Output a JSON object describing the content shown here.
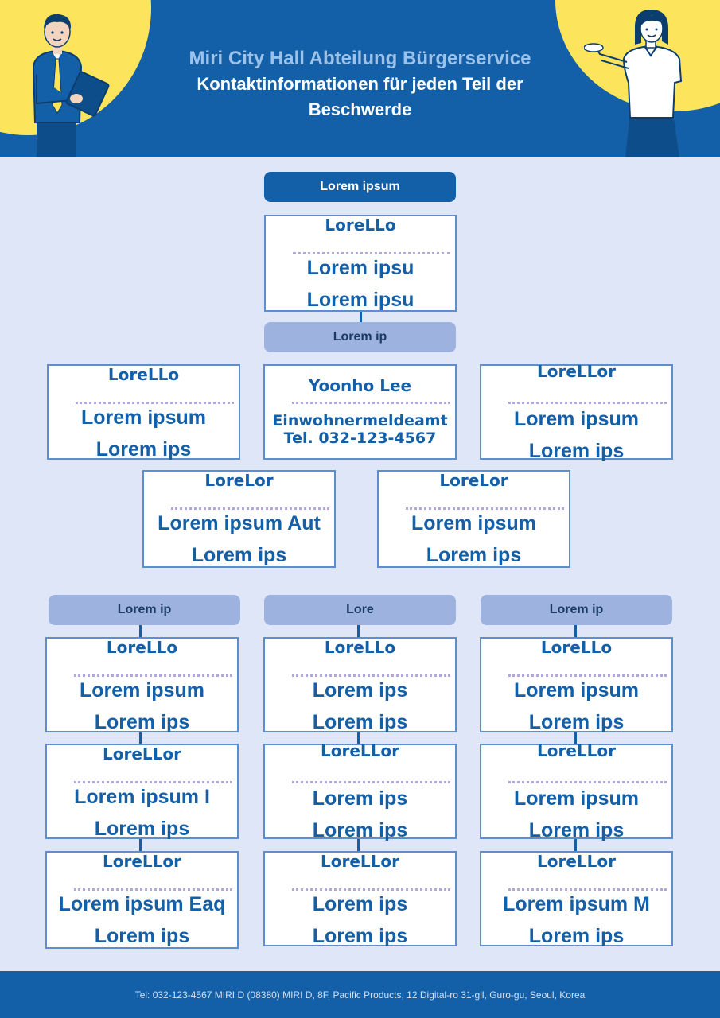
{
  "header": {
    "title": "Miri City Hall Abteilung Bürgerservice",
    "subtitle": "Kontaktinformationen für jeden Teil der Beschwerde"
  },
  "chart": {
    "top_pill": "Lorem ipsum",
    "top_card": {
      "name": "LoreLLo",
      "line1": "Lorem ipsu",
      "line2": "Lorem ipsu"
    },
    "mid_pill": "Lorem ip",
    "row1": [
      {
        "name": "LoreLLo",
        "line1": "Lorem ipsum",
        "line2": "Lorem ips"
      },
      {
        "name": "Yoonho Lee",
        "line1": "Einwohnermeldeamt",
        "line2": "Tel. 032-123-4567"
      },
      {
        "name": "LoreLLor",
        "line1": "Lorem ipsum",
        "line2": "Lorem ips"
      }
    ],
    "row2": [
      {
        "name": "LoreLor",
        "line1": "Lorem ipsum Aut",
        "line2": "Lorem ips"
      },
      {
        "name": "LoreLor",
        "line1": "Lorem ipsum",
        "line2": "Lorem ips"
      }
    ],
    "columns": [
      {
        "pill": "Lorem ip",
        "cards": [
          {
            "name": "LoreLLo",
            "line1": "Lorem ipsum",
            "line2": "Lorem ips"
          },
          {
            "name": "LoreLLor",
            "line1": "Lorem ipsum I",
            "line2": "Lorem ips"
          },
          {
            "name": "LoreLLor",
            "line1": "Lorem ipsum Eaq",
            "line2": "Lorem ips"
          }
        ]
      },
      {
        "pill": "Lore",
        "cards": [
          {
            "name": "LoreLLo",
            "line1": "Lorem ips",
            "line2": "Lorem ips"
          },
          {
            "name": "LoreLLor",
            "line1": "Lorem ips",
            "line2": "Lorem ips"
          },
          {
            "name": "LoreLLor",
            "line1": "Lorem ips",
            "line2": "Lorem ips"
          }
        ]
      },
      {
        "pill": "Lorem ip",
        "cards": [
          {
            "name": "LoreLLo",
            "line1": "Lorem ipsum",
            "line2": "Lorem ips"
          },
          {
            "name": "LoreLLor",
            "line1": "Lorem ipsum",
            "line2": "Lorem ips"
          },
          {
            "name": "LoreLLor",
            "line1": "Lorem ipsum M",
            "line2": "Lorem ips"
          }
        ]
      }
    ]
  },
  "footer": {
    "text": "Tel: 032-123-4567 MIRI D (08380) MIRI D, 8F, Pacific Products, 12 Digital-ro 31-gil, Guro-gu, Seoul, Korea"
  },
  "colors": {
    "primary_blue": "#1460a8",
    "light_pill": "#9db2de",
    "accent_yellow": "#fce55c",
    "background": "#dfe6f8"
  }
}
